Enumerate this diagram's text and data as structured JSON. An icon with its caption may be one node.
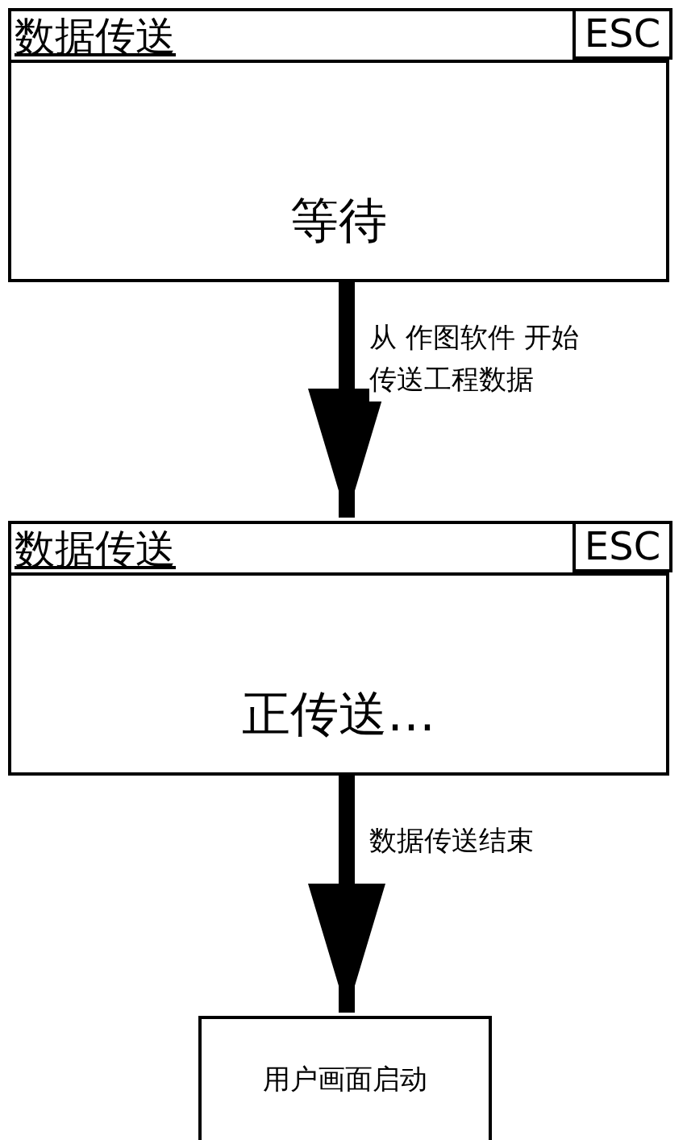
{
  "diagram": {
    "nodes": [
      {
        "text": [
          "数据传送",
          "等待"
        ]
      },
      {
        "text": [
          "ESC"
        ],
        "in": 0
      },
      {
        "text": [
          "数据传送",
          "正传送…"
        ]
      },
      {
        "text": [
          "ESC"
        ],
        "in": 2
      },
      {
        "text": [
          "用户画面启动"
        ]
      }
    ],
    "edges": [
      {
        "from": 0,
        "to": 2,
        "arrow": "to",
        "label": "从 作图软件 开始传送工程数据"
      },
      {
        "from": 2,
        "to": 4,
        "arrow": "to",
        "label": "数据传送结束"
      }
    ]
  }
}
